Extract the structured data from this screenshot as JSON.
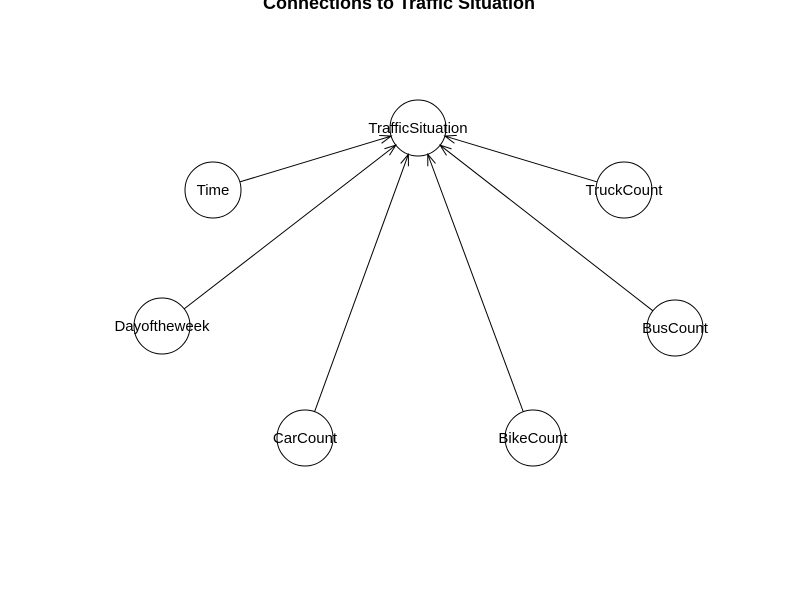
{
  "title": "Connections to Traffic Situation",
  "colors": {
    "stroke": "#000000",
    "background": "#ffffff"
  },
  "nodes": [
    {
      "id": "TrafficSituation",
      "label": "TrafficSituation"
    },
    {
      "id": "Time",
      "label": "Time"
    },
    {
      "id": "TruckCount",
      "label": "TruckCount"
    },
    {
      "id": "Dayoftheweek",
      "label": "Dayoftheweek"
    },
    {
      "id": "BusCount",
      "label": "BusCount"
    },
    {
      "id": "CarCount",
      "label": "CarCount"
    },
    {
      "id": "BikeCount",
      "label": "BikeCount"
    }
  ],
  "edges": [
    {
      "from": "Time",
      "to": "TrafficSituation"
    },
    {
      "from": "Dayoftheweek",
      "to": "TrafficSituation"
    },
    {
      "from": "CarCount",
      "to": "TrafficSituation"
    },
    {
      "from": "BikeCount",
      "to": "TrafficSituation"
    },
    {
      "from": "BusCount",
      "to": "TrafficSituation"
    },
    {
      "from": "TruckCount",
      "to": "TrafficSituation"
    }
  ]
}
